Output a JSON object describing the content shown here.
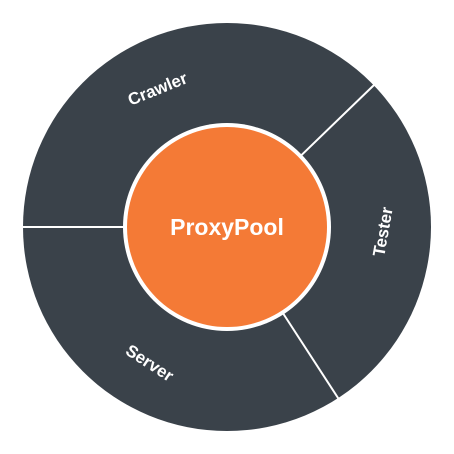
{
  "diagram": {
    "center": {
      "label": "ProxyPool",
      "color": "#F47A36"
    },
    "ring_color": "#3A424A",
    "separator_color": "#ffffff",
    "segments": [
      {
        "id": "crawler",
        "label": "Crawler"
      },
      {
        "id": "tester",
        "label": "Tester"
      },
      {
        "id": "server",
        "label": "Server"
      }
    ]
  }
}
